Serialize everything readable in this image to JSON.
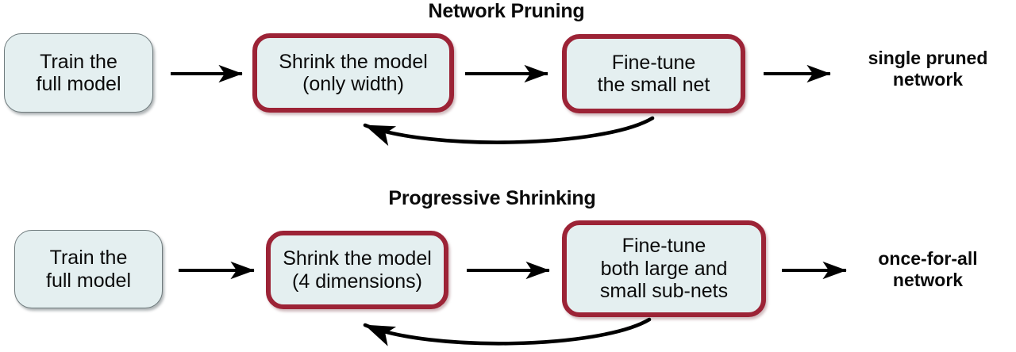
{
  "figure": {
    "background_color": "#ffffff",
    "box_fill_color": "#e4eff0",
    "highlight_border_color": "#9c2336",
    "plain_border_color": "#6e7a7c",
    "arrow_color": "#000000",
    "text_color": "#0a0a0a"
  },
  "rows": [
    {
      "title": "Network Pruning",
      "nodes": [
        {
          "label": "Train the\nfull model",
          "style": "plain"
        },
        {
          "label": "Shrink the model\n(only width)",
          "style": "highlight"
        },
        {
          "label": "Fine-tune\nthe small net",
          "style": "highlight"
        }
      ],
      "output_label": "single pruned\nnetwork",
      "arrows": [
        {
          "name": "arrow-train-to-shrink",
          "kind": "straight"
        },
        {
          "name": "arrow-shrink-to-finetune",
          "kind": "straight"
        },
        {
          "name": "arrow-finetune-to-output",
          "kind": "straight"
        },
        {
          "name": "arrow-feedback-loop",
          "kind": "curved"
        }
      ]
    },
    {
      "title": "Progressive Shrinking",
      "nodes": [
        {
          "label": "Train the\nfull model",
          "style": "plain"
        },
        {
          "label": "Shrink the model\n(4 dimensions)",
          "style": "highlight"
        },
        {
          "label": "Fine-tune\nboth large and\nsmall sub-nets",
          "style": "highlight"
        }
      ],
      "output_label": "once-for-all\nnetwork",
      "arrows": [
        {
          "name": "arrow-train-to-shrink",
          "kind": "straight"
        },
        {
          "name": "arrow-shrink-to-finetune",
          "kind": "straight"
        },
        {
          "name": "arrow-finetune-to-output",
          "kind": "straight"
        },
        {
          "name": "arrow-feedback-loop",
          "kind": "curved"
        }
      ]
    }
  ]
}
